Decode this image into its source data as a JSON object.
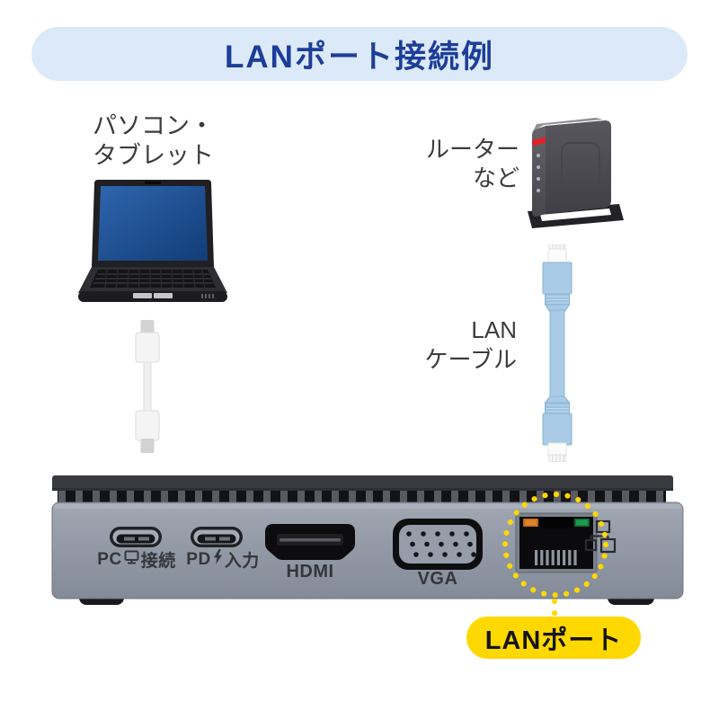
{
  "title": "LANポート接続例",
  "devices": {
    "laptop": {
      "label_line1": "パソコン・",
      "label_line2": "タブレット"
    },
    "router": {
      "label_line1": "ルーター",
      "label_line2": "など"
    }
  },
  "cables": {
    "lan": {
      "label_line1": "LAN",
      "label_line2": "ケーブル"
    }
  },
  "dock": {
    "port_pc": {
      "pre": "PC",
      "icon": "monitor-icon",
      "post": "接続"
    },
    "port_pd": {
      "pre": "PD",
      "icon": "lightning-icon",
      "post": "入力"
    },
    "port_hdmi": {
      "label": "HDMI"
    },
    "port_vga": {
      "label": "VGA"
    },
    "port_lan": {
      "icon": "network-icon"
    }
  },
  "callout": {
    "label": "LANポート"
  },
  "colors": {
    "banner_bg": "#dce9f8",
    "banner_text": "#1c3d99",
    "highlight_yellow": "#ffd800",
    "lan_cable_blue": "#a9cbe6",
    "router_red": "#e02128",
    "laptop_screen_blue": "#1d4f96",
    "lan_led_orange": "#c06a1d",
    "lan_led_green": "#17954a",
    "label_text": "#3c3c3e"
  }
}
